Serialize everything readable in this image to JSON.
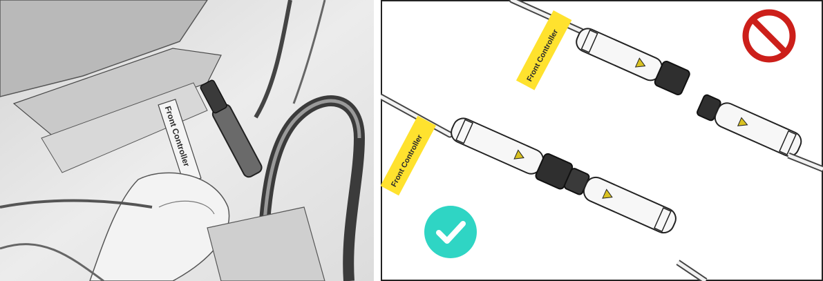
{
  "left_photo": {
    "tag_label": "Front Controller"
  },
  "right_diagram": {
    "top_connector": {
      "tag_label": "Front Controller",
      "status_icon": "prohibited-icon",
      "status_color": "#cc1f1a"
    },
    "bottom_connector": {
      "tag_label": "Front Controller",
      "status_icon": "checkmark-icon",
      "status_color": "#2fd5c4"
    },
    "tag_color": "#ffe22e"
  }
}
